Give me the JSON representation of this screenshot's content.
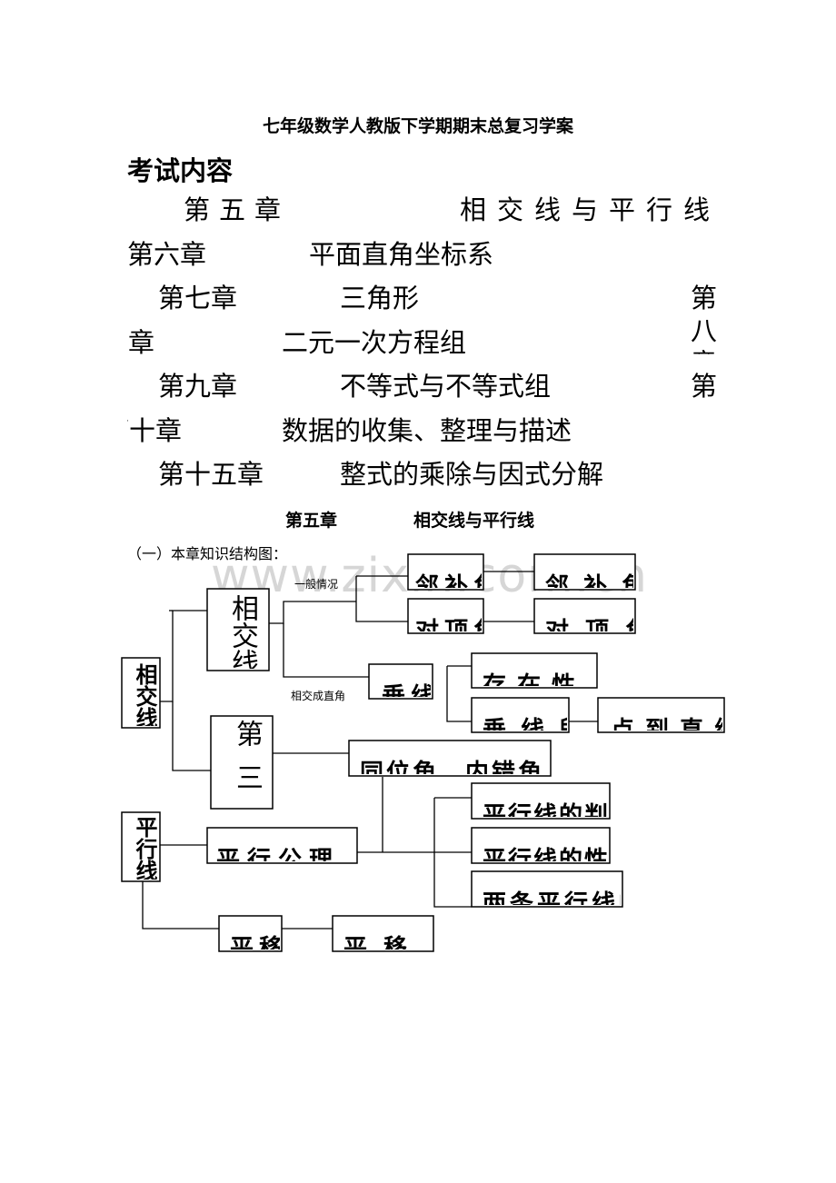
{
  "document": {
    "title": "七年级数学人教版下学期期末总复习学案",
    "exam_heading": "考试内容",
    "chapters": [
      {
        "chapter": "第五章",
        "name": "相交线与平行线"
      },
      {
        "chapter": "第六章",
        "name": "平面直角坐标系"
      },
      {
        "chapter": "第七章",
        "name": "三角形"
      },
      {
        "chapter": "第八章",
        "name": "二元一次方程组"
      },
      {
        "chapter": "第九章",
        "name": "不等式与不等式组"
      },
      {
        "chapter": "第十章",
        "name": "数据的收集、整理与描述"
      },
      {
        "chapter": "第十五章",
        "name": "整式的乘除与因式分解"
      }
    ],
    "section": {
      "chapter": "第五章",
      "name": "相交线与平行线"
    },
    "intro": "（一）本章知识结构图：",
    "watermark": "www.zixin.com.cn"
  },
  "diagram": {
    "labels": {
      "general": "一般情况",
      "perp_case": "相交成直角"
    },
    "boxes": {
      "root_a": "相交线",
      "root_b": "平行线",
      "xiang": "相交线",
      "sanxian": "第三条直线截两直线",
      "lin": "邻补角",
      "linbu": "邻补角",
      "dui": "对顶角",
      "duiding": "对顶角",
      "chui": "垂线",
      "cunzai": "存在性",
      "chuixian": "垂线段",
      "dian": "点到直线的距离",
      "tongwei": "同位角、内错角",
      "pxgl": "平行公理",
      "pxd1": "平行线的判定",
      "pxd2": "平行线的性质",
      "liangtiao": "两条平行线的距离",
      "ping": "平移",
      "pingyi": "平移"
    }
  }
}
